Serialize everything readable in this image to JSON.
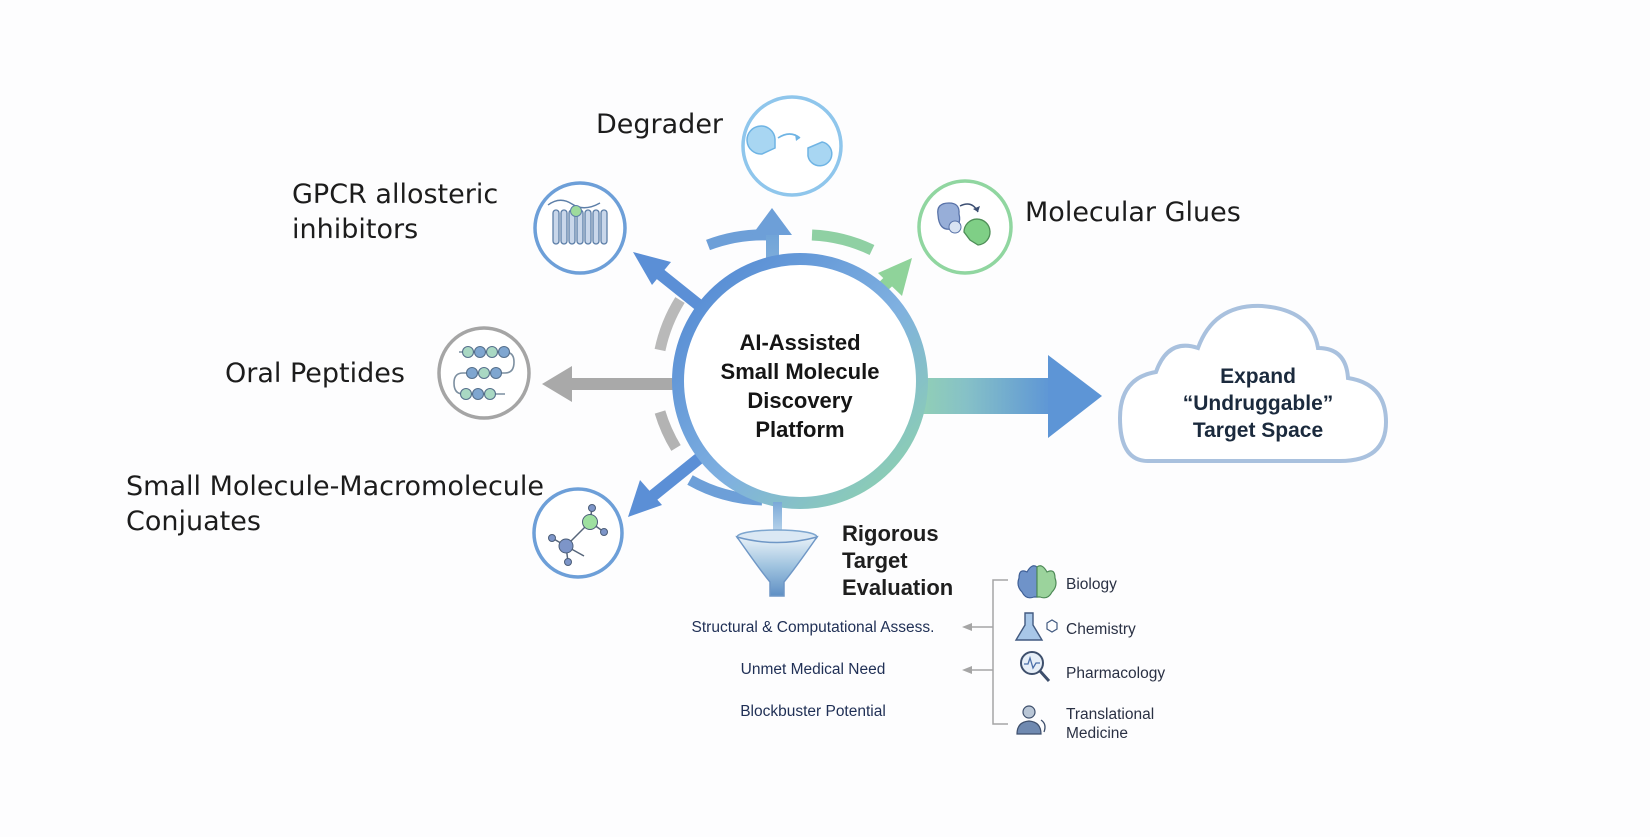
{
  "hub": {
    "lines": [
      "AI-Assisted",
      "Small  Molecule",
      "Discovery",
      "Platform"
    ]
  },
  "modalities": {
    "degrader": {
      "label": "Degrader",
      "icon": "pacman-degrader-icon"
    },
    "gpcr": {
      "lines": [
        "GPCR allosteric",
        "inhibitors"
      ],
      "icon": "gpcr-membrane-icon"
    },
    "glues": {
      "label": "Molecular Glues",
      "icon": "molecular-glue-icon"
    },
    "peptides": {
      "label": "Oral Peptides",
      "icon": "peptide-chain-icon"
    },
    "conjugates": {
      "lines": [
        "Small Molecule-Macromolecule",
        "Conjuates"
      ],
      "icon": "molecule-network-icon"
    }
  },
  "outcome": {
    "lines": [
      "Expand",
      "“Undruggable”",
      "Target Space"
    ]
  },
  "evaluation": {
    "title_lines": [
      "Rigorous",
      "Target",
      "Evaluation"
    ],
    "criteria": [
      "Structural & Computational Assess.",
      "Unmet Medical Need",
      "Blockbuster Potential"
    ],
    "disciplines": [
      {
        "label": "Biology",
        "icon": "brain-icon"
      },
      {
        "label": "Chemistry",
        "icon": "flask-icon"
      },
      {
        "label": "Pharmacology",
        "icon": "magnifier-pulse-icon"
      },
      {
        "label_lines": [
          "Translational",
          "Medicine"
        ],
        "icon": "doctor-icon"
      }
    ]
  },
  "colors": {
    "blue": "#5b8fd6",
    "green": "#8fd39a",
    "grey": "#a9a9a9",
    "lightblue": "#8fc6ec",
    "cloud": "#a9c1de"
  }
}
